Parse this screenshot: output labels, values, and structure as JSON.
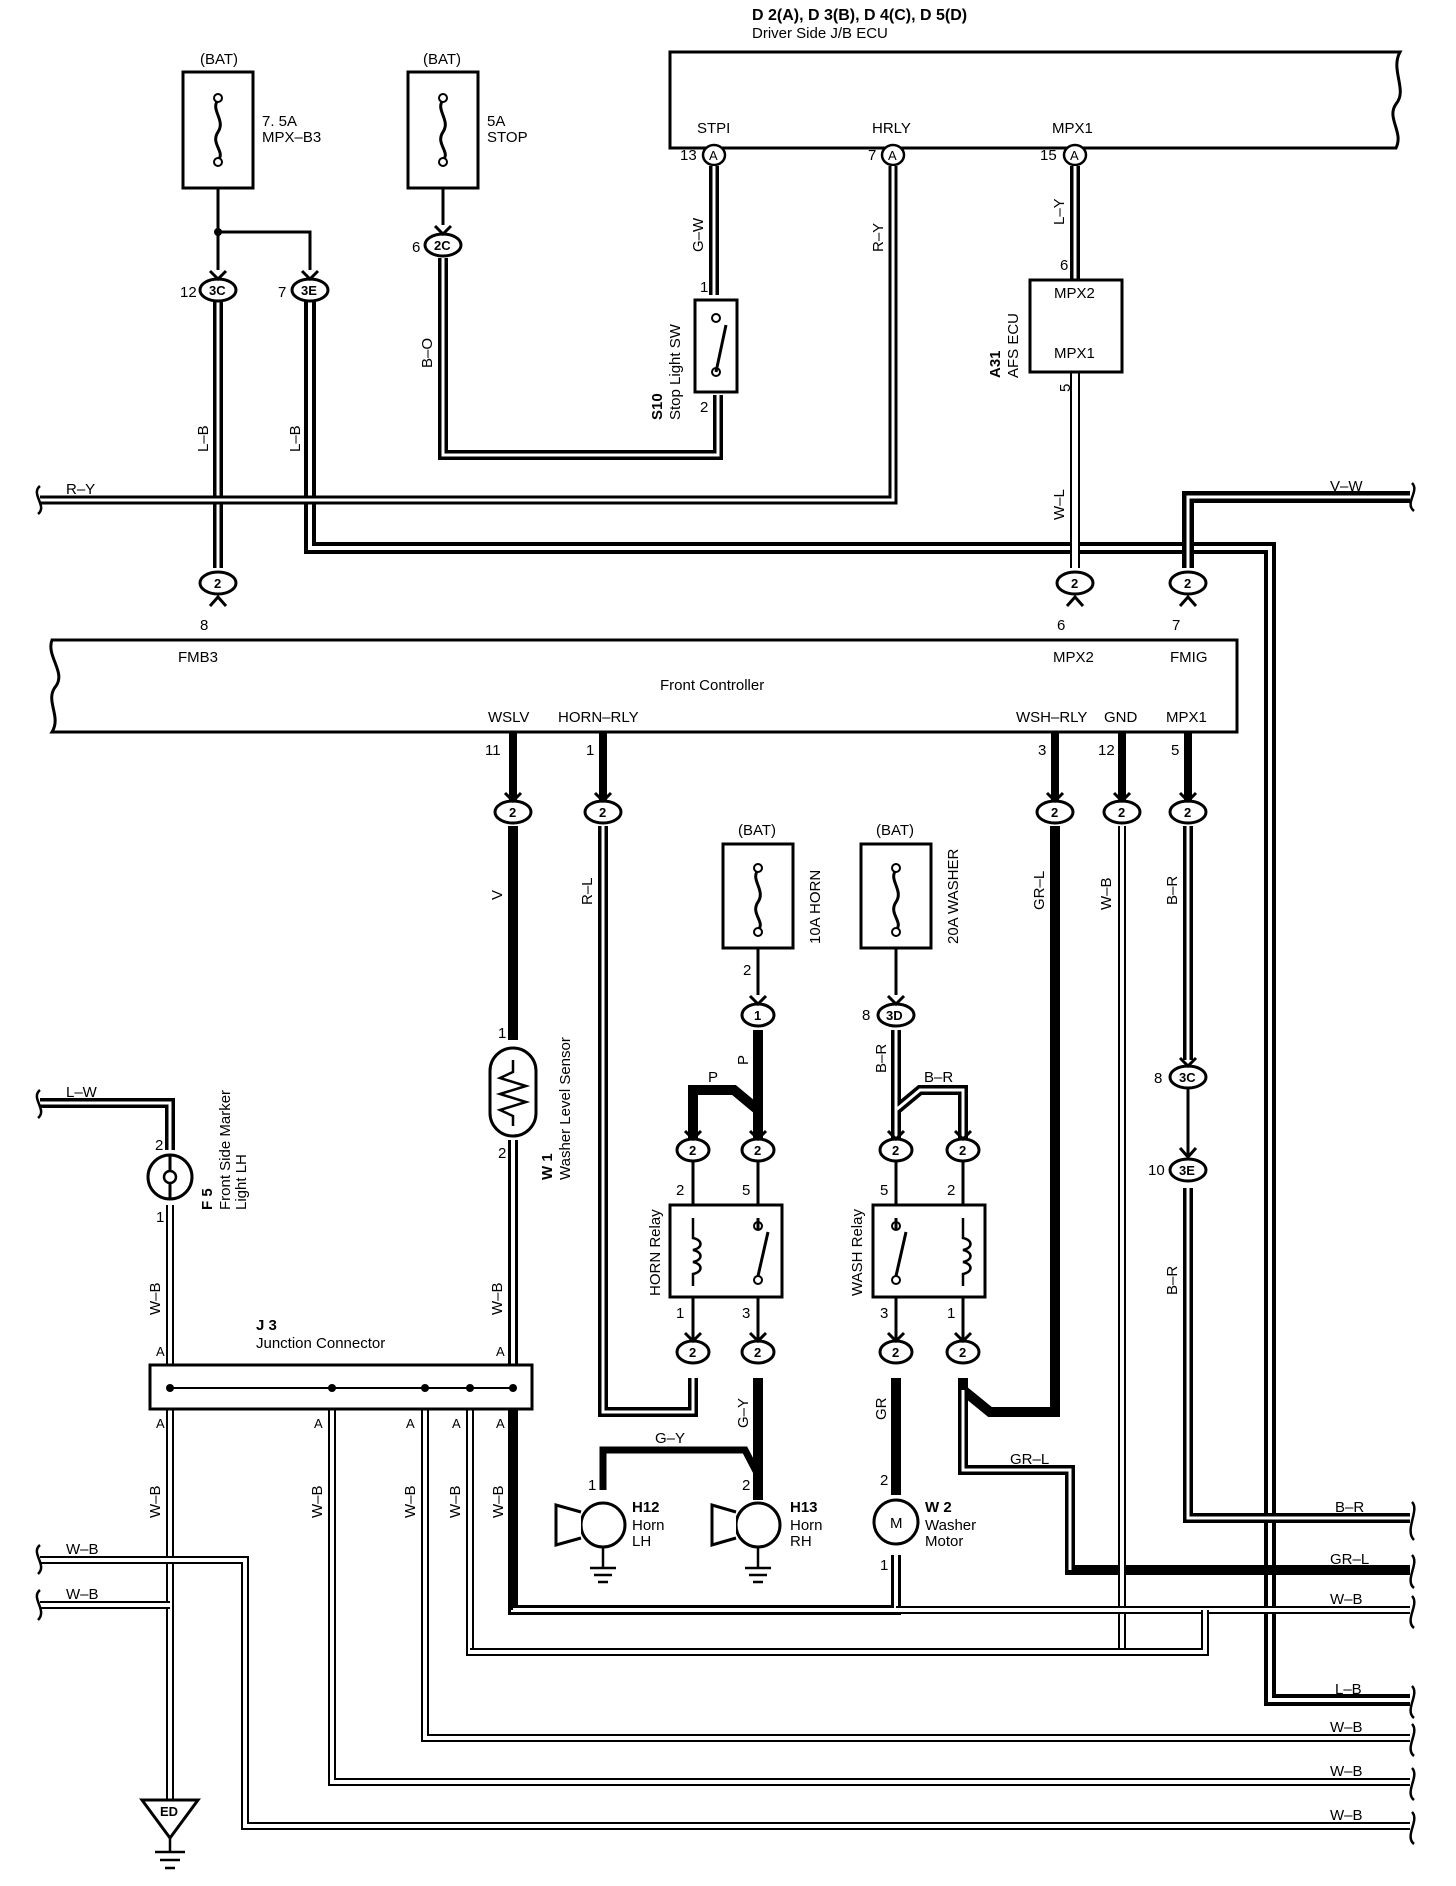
{
  "header": {
    "jb_ecu_codes": "D 2(A), D 3(B), D 4(C), D 5(D)",
    "jb_ecu_name": "Driver Side J/B ECU",
    "jb_pins": {
      "stpi": "STPI",
      "hrly": "HRLY",
      "mpx1": "MPX1"
    },
    "jb_pin_nums": {
      "stpi": "13",
      "hrly": "7",
      "mpx1": "15"
    },
    "conn_a": "A"
  },
  "fuses": {
    "bat": "(BAT)",
    "mpx_b3": {
      "rating": "7. 5A",
      "name": "MPX–B3"
    },
    "stop": {
      "rating": "5A",
      "name": "STOP"
    },
    "horn": "10A HORN",
    "washer": "20A WASHER"
  },
  "connectors": {
    "c3c": "3C",
    "c3e": "3E",
    "c2c": "2C",
    "c1": "1",
    "c3d": "3D",
    "c2": "2"
  },
  "pins": {
    "p12": "12",
    "p7": "7",
    "p6": "6",
    "p8": "8",
    "p1": "1",
    "p2": "2",
    "p5": "5",
    "p3": "3",
    "p11": "11",
    "p10": "10",
    "p15": "15",
    "p13": "13"
  },
  "components": {
    "stop_sw": {
      "code": "S10",
      "name": "Stop Light SW"
    },
    "afs": {
      "code": "A31",
      "name": "AFS ECU",
      "pin_a": "MPX2",
      "pin_b": "MPX1"
    },
    "front_controller": {
      "name": "Front Controller",
      "pins_top": {
        "fmb3": "FMB3",
        "mpx2": "MPX2",
        "fmig": "FMIG"
      },
      "pins_bottom": {
        "wslv": "WSLV",
        "horn_rly": "HORN–RLY",
        "wsh_rly": "WSH–RLY",
        "gnd": "GND",
        "mpx1": "MPX1"
      }
    },
    "washer_level": {
      "code": "W 1",
      "name": "Washer Level Sensor"
    },
    "marker": {
      "code": "F 5",
      "name1": "Front Side Marker",
      "name2": "Light LH"
    },
    "horn_relay": "HORN Relay",
    "wash_relay": "WASH Relay",
    "junction": {
      "code": "J 3",
      "name": "Junction Connector"
    },
    "horn_lh": {
      "code": "H12",
      "name1": "Horn",
      "name2": "LH"
    },
    "horn_rh": {
      "code": "H13",
      "name1": "Horn",
      "name2": "RH"
    },
    "washer_motor": {
      "code": "W 2",
      "name1": "Washer",
      "name2": "Motor",
      "symbol": "M"
    },
    "ground": "ED"
  },
  "wires": {
    "gw": "G–W",
    "ry": "R–Y",
    "ly": "L–Y",
    "bo": "B–O",
    "lb": "L–B",
    "wl": "W–L",
    "vw": "V–W",
    "v": "V",
    "rl": "R–L",
    "p": "P",
    "br": "B–R",
    "grl": "GR–L",
    "wb": "W–B",
    "lw": "L–W",
    "gy": "G–Y",
    "gr": "GR"
  }
}
